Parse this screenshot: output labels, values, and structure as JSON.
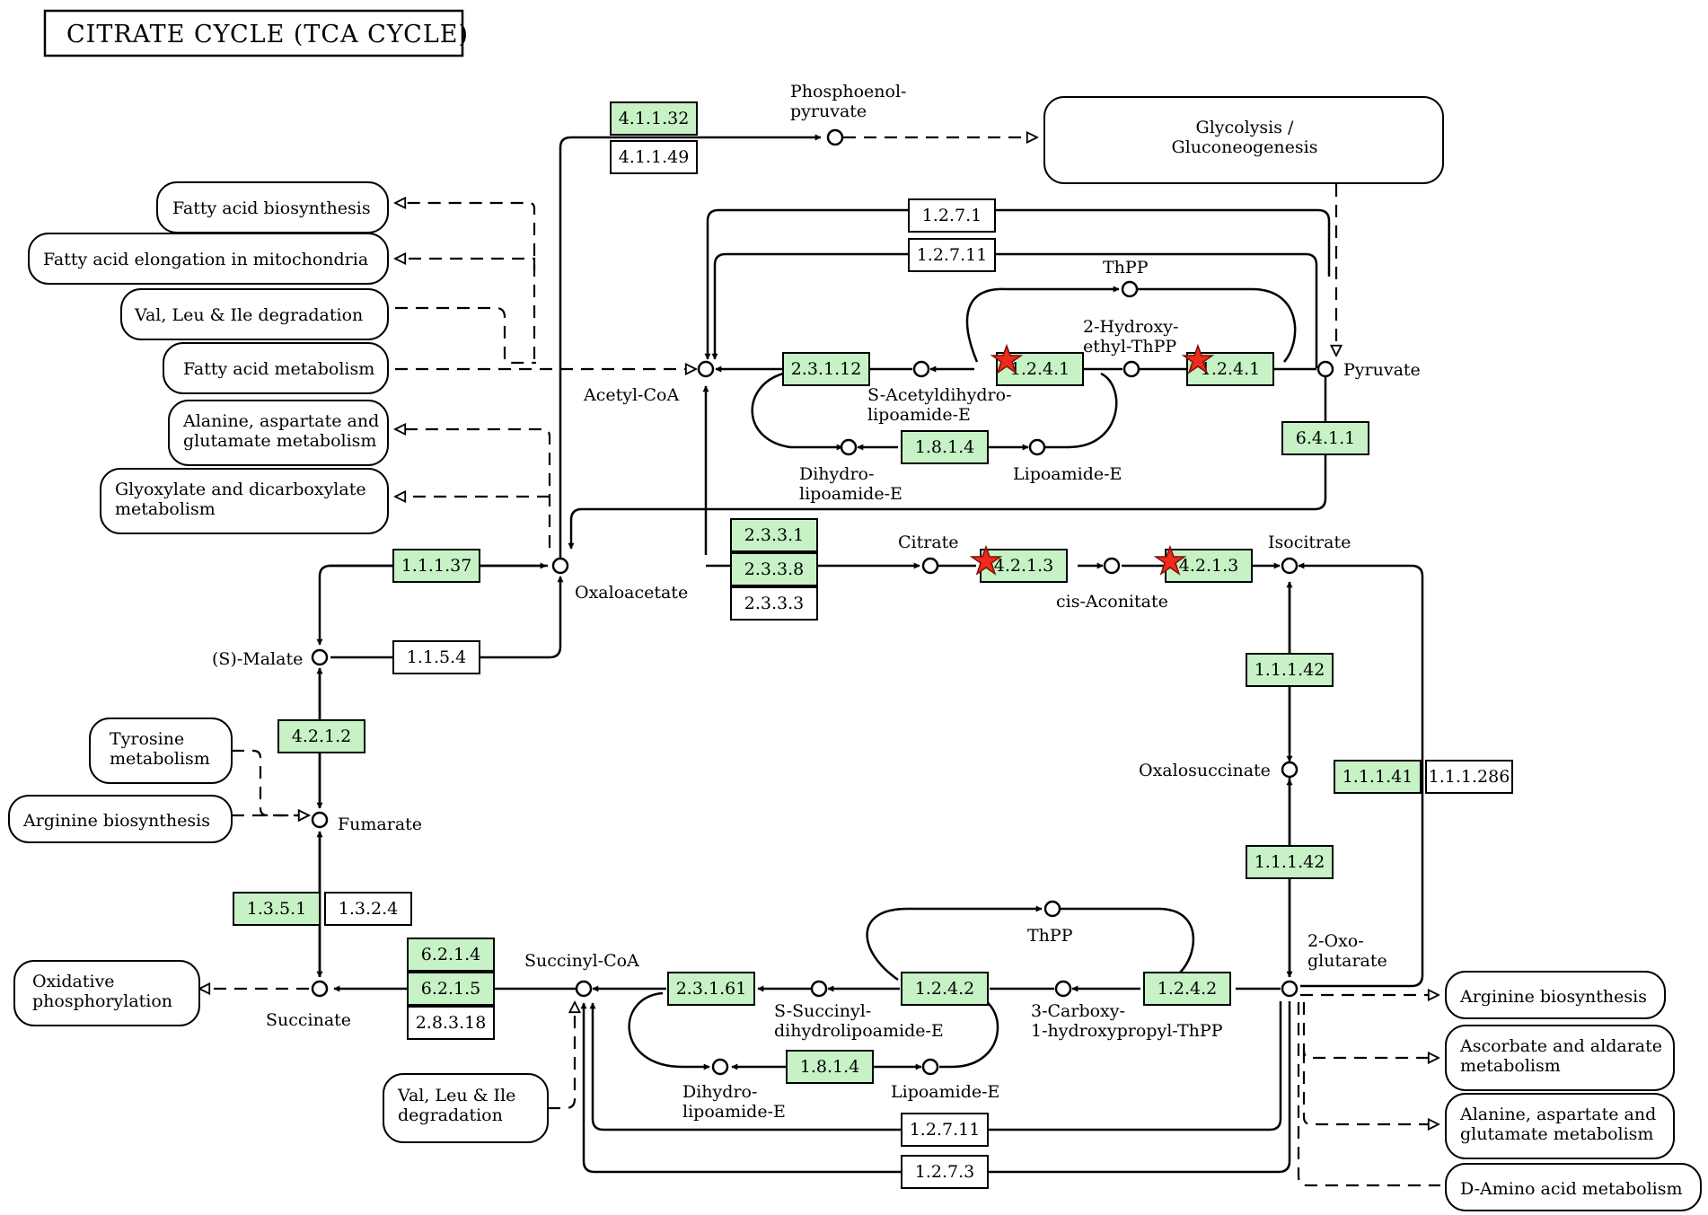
{
  "title": "CITRATE CYCLE (TCA CYCLE)",
  "colors": {
    "found_enzyme": "#c6f2c6",
    "other_enzyme": "#ffffff",
    "marker": "#ee2a1a",
    "line": "#000000"
  },
  "compounds": {
    "pep": "Phosphoenol-\npyruvate",
    "acetyl_coa": "Acetyl-CoA",
    "s_acetyl": "S-Acetyldihydro-\nlipoamide-E",
    "dihydrolip_top": "Dihydro-\nlipoamide-E",
    "lipoamide_top": "Lipoamide-E",
    "thpp_top": "ThPP",
    "hydroxyethyl_thpp": "2-Hydroxy-\nethyl-ThPP",
    "pyruvate": "Pyruvate",
    "citrate": "Citrate",
    "cis_aconitate": "cis-Aconitate",
    "isocitrate": "Isocitrate",
    "oxaloacetate": "Oxaloacetate",
    "s_malate": "(S)-Malate",
    "fumarate": "Fumarate",
    "succinate": "Succinate",
    "succinyl_coa": "Succinyl-CoA",
    "s_succinyl": "S-Succinyl-\ndihydrolipoamide-E",
    "dihydrolip_bottom": "Dihydro-\nlipoamide-E",
    "lipoamide_bottom": "Lipoamide-E",
    "thpp_bottom": "ThPP",
    "carboxy_thpp": "3-Carboxy-\n1-hydroxypropyl-ThPP",
    "oxoglutarate": "2-Oxo-\nglutarate",
    "oxalosuccinate": "Oxalosuccinate"
  },
  "pathways": {
    "glycolysis": "Glycolysis /\nGluconeogenesis",
    "fa_biosynthesis": "Fatty acid biosynthesis",
    "fa_elongation": "Fatty acid elongation in mitochondria",
    "val_leu_ile_top": "Val, Leu & Ile degradation",
    "fa_metabolism": "Fatty acid metabolism",
    "ala_asp_glu_left": "Alanine, aspartate and\nglutamate metabolism",
    "glyoxylate": "Glyoxylate and dicarboxylate\nmetabolism",
    "tyrosine": "Tyrosine\nmetabolism",
    "arginine_left": "Arginine biosynthesis",
    "oxidative": "Oxidative\nphosphorylation",
    "val_leu_ile_bottom": "Val, Leu & Ile\ndegradation",
    "arginine_right": "Arginine biosynthesis",
    "ascorbate": "Ascorbate and aldarate\nmetabolism",
    "ala_asp_glu_right": "Alanine, aspartate and\nglutamate metabolism",
    "d_amino": "D-Amino acid metabolism"
  },
  "enzymes": {
    "e_4_1_1_32": "4.1.1.32",
    "e_4_1_1_49": "4.1.1.49",
    "e_1_2_7_1": "1.2.7.1",
    "e_1_2_7_11_top": "1.2.7.11",
    "e_2_3_1_12": "2.3.1.12",
    "e_1_2_4_1_a": "1.2.4.1",
    "e_1_2_4_1_b": "1.2.4.1",
    "e_1_8_1_4_top": "1.8.1.4",
    "e_6_4_1_1": "6.4.1.1",
    "e_2_3_3_1": "2.3.3.1",
    "e_2_3_3_8": "2.3.3.8",
    "e_2_3_3_3": "2.3.3.3",
    "e_4_2_1_3_a": "4.2.1.3",
    "e_4_2_1_3_b": "4.2.1.3",
    "e_1_1_1_37": "1.1.1.37",
    "e_1_1_5_4": "1.1.5.4",
    "e_4_2_1_2": "4.2.1.2",
    "e_1_3_5_1": "1.3.5.1",
    "e_1_3_2_4": "1.3.2.4",
    "e_6_2_1_4": "6.2.1.4",
    "e_6_2_1_5": "6.2.1.5",
    "e_2_8_3_18": "2.8.3.18",
    "e_2_3_1_61": "2.3.1.61",
    "e_1_2_4_2_a": "1.2.4.2",
    "e_1_2_4_2_b": "1.2.4.2",
    "e_1_8_1_4_bottom": "1.8.1.4",
    "e_1_2_7_11_bottom": "1.2.7.11",
    "e_1_2_7_3": "1.2.7.3",
    "e_1_1_1_42_a": "1.1.1.42",
    "e_1_1_1_42_b": "1.1.1.42",
    "e_1_1_1_41": "1.1.1.41",
    "e_1_1_1_286": "1.1.1.286"
  }
}
